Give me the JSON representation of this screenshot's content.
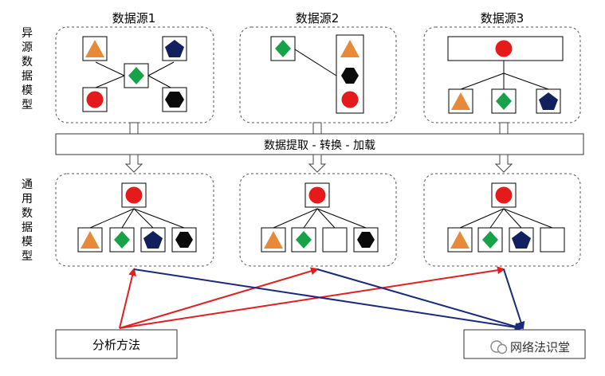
{
  "sources": [
    {
      "title": "数据源1"
    },
    {
      "title": "数据源2"
    },
    {
      "title": "数据源3"
    }
  ],
  "left_labels": {
    "heterogeneous_model": "异源数据模型",
    "common_model": "通用数据模型"
  },
  "etl_bar": {
    "label": "数据提取 - 转换 - 加载"
  },
  "analysis_box": {
    "label": "分析方法"
  },
  "watermark": {
    "text": "网络法识堂"
  },
  "colors": {
    "orange": "#E8893A",
    "green": "#17A24A",
    "navy": "#13205E",
    "red": "#E51B1B",
    "black": "#0A0A0A",
    "arrow_red": "#E02020",
    "arrow_blue": "#1A2A7A"
  },
  "shape_legend": [
    "triangle",
    "diamond",
    "pentagon",
    "circle",
    "hexagon"
  ]
}
